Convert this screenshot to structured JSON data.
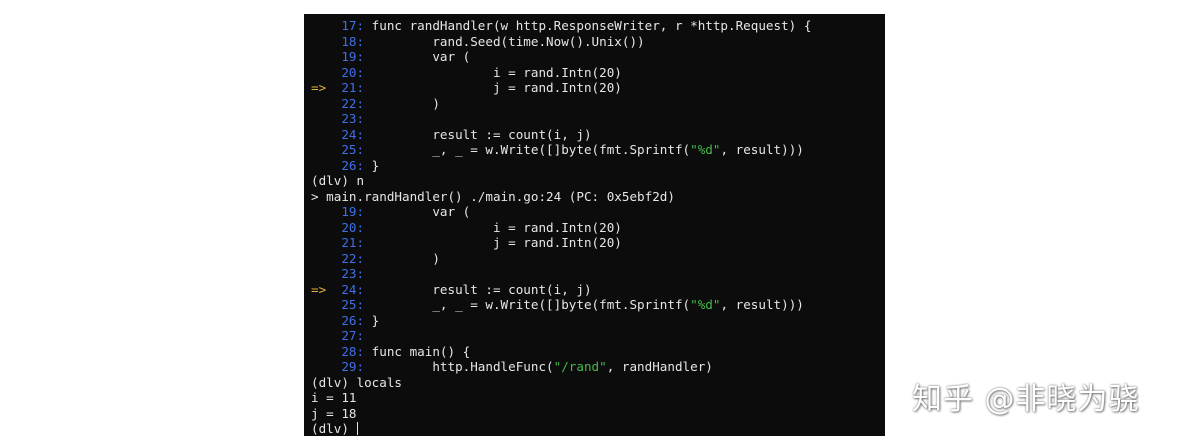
{
  "colors": {
    "background": "#0c0c0c",
    "text": "#e6e6e6",
    "line_number": "#3f6fe8",
    "arrow": "#e5b13a",
    "string": "#46b94a"
  },
  "terminal": {
    "lines": [
      {
        "arrow": "",
        "ln": "17:",
        "code": " func randHandler(w http.ResponseWriter, r *http.Request) {"
      },
      {
        "arrow": "",
        "ln": "18:",
        "code": "         rand.Seed(time.Now().Unix())"
      },
      {
        "arrow": "",
        "ln": "19:",
        "code": "         var ("
      },
      {
        "arrow": "",
        "ln": "20:",
        "code": "                 i = rand.Intn(20)"
      },
      {
        "arrow": "=>",
        "ln": "21:",
        "code": "                 j = rand.Intn(20)"
      },
      {
        "arrow": "",
        "ln": "22:",
        "code": "         )"
      },
      {
        "arrow": "",
        "ln": "23:",
        "code": ""
      },
      {
        "arrow": "",
        "ln": "24:",
        "code": "         result := count(i, j)"
      },
      {
        "arrow": "",
        "ln": "25:",
        "code": "         _, _ = w.Write([]byte(fmt.Sprintf(",
        "str": "\"%d\"",
        "code_after": ", result)))"
      },
      {
        "arrow": "",
        "ln": "26:",
        "code": " }"
      },
      {
        "plain": "(dlv) n"
      },
      {
        "plain": "> main.randHandler() ./main.go:24 (PC: 0x5ebf2d)"
      },
      {
        "arrow": "",
        "ln": "19:",
        "code": "         var ("
      },
      {
        "arrow": "",
        "ln": "20:",
        "code": "                 i = rand.Intn(20)"
      },
      {
        "arrow": "",
        "ln": "21:",
        "code": "                 j = rand.Intn(20)"
      },
      {
        "arrow": "",
        "ln": "22:",
        "code": "         )"
      },
      {
        "arrow": "",
        "ln": "23:",
        "code": ""
      },
      {
        "arrow": "=>",
        "ln": "24:",
        "code": "         result := count(i, j)"
      },
      {
        "arrow": "",
        "ln": "25:",
        "code": "         _, _ = w.Write([]byte(fmt.Sprintf(",
        "str": "\"%d\"",
        "code_after": ", result)))"
      },
      {
        "arrow": "",
        "ln": "26:",
        "code": " }"
      },
      {
        "arrow": "",
        "ln": "27:",
        "code": ""
      },
      {
        "arrow": "",
        "ln": "28:",
        "code": " func main() {"
      },
      {
        "arrow": "",
        "ln": "29:",
        "code": "         http.HandleFunc(",
        "str": "\"/rand\"",
        "code_after": ", randHandler)"
      },
      {
        "plain": "(dlv) locals"
      },
      {
        "plain": "i = 11"
      },
      {
        "plain": "j = 18"
      },
      {
        "plain": "(dlv) ",
        "cursor": true
      }
    ]
  },
  "watermark": {
    "text": "知乎 @非晓为骁"
  }
}
